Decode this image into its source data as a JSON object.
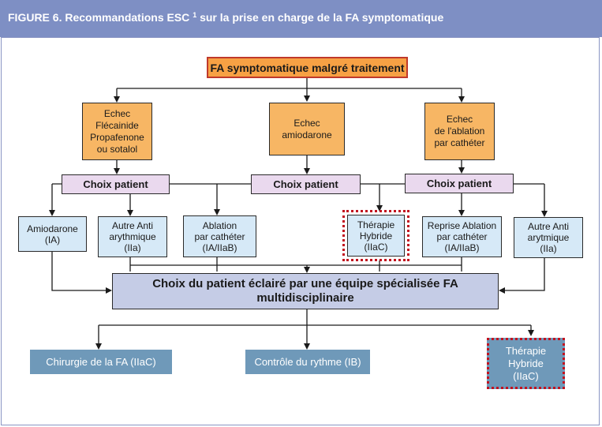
{
  "header": {
    "figure_label": "FIGURE 6.",
    "title_prefix": "Recommandations ESC",
    "superscript": "1",
    "title_suffix": "sur la prise en charge de la FA symptomatique"
  },
  "top": {
    "label": "FA symptomatique malgré traitement"
  },
  "failures": {
    "left": "Echec\nFlécainide\nPropafenone\nou sotalol",
    "center": "Echec\namiodarone",
    "right": "Echec\nde l'ablation\npar cathéter"
  },
  "choices": {
    "left": "Choix patient",
    "center": "Choix patient",
    "right": "Choix patient"
  },
  "options": {
    "amiodarone": "Amiodarone\n(IA)",
    "autre_anti_1": "Autre Anti\narythmique\n(IIa)",
    "ablation": "Ablation\npar cathéter\n(IA/IIaB)",
    "therapie_hybride": "Thérapie\nHybride\n(IIaC)",
    "reprise_ablation": "Reprise Ablation\npar cathéter\n(IA/IIaB)",
    "autre_anti_2": "Autre Anti\narytmique\n(IIa)"
  },
  "decision": {
    "label": "Choix du patient éclairé par une équipe spécialisée FA\nmultidisciplinaire"
  },
  "outcomes": {
    "chirurgie": "Chirurgie de la FA (IIaC)",
    "controle": "Contrôle du rythme (IB)",
    "hybride": "Thérapie\nHybride\n(IIaC)"
  },
  "colors": {
    "header": "#7e8fc4",
    "orange_box": "#f7b664",
    "top_box": "#f7a144",
    "pink_box": "#ead9ee",
    "blue_box": "#d6e9f7",
    "decision_box": "#c5cce6",
    "outcome_box": "#6f99b9",
    "dotted_border": "#c1121f"
  }
}
